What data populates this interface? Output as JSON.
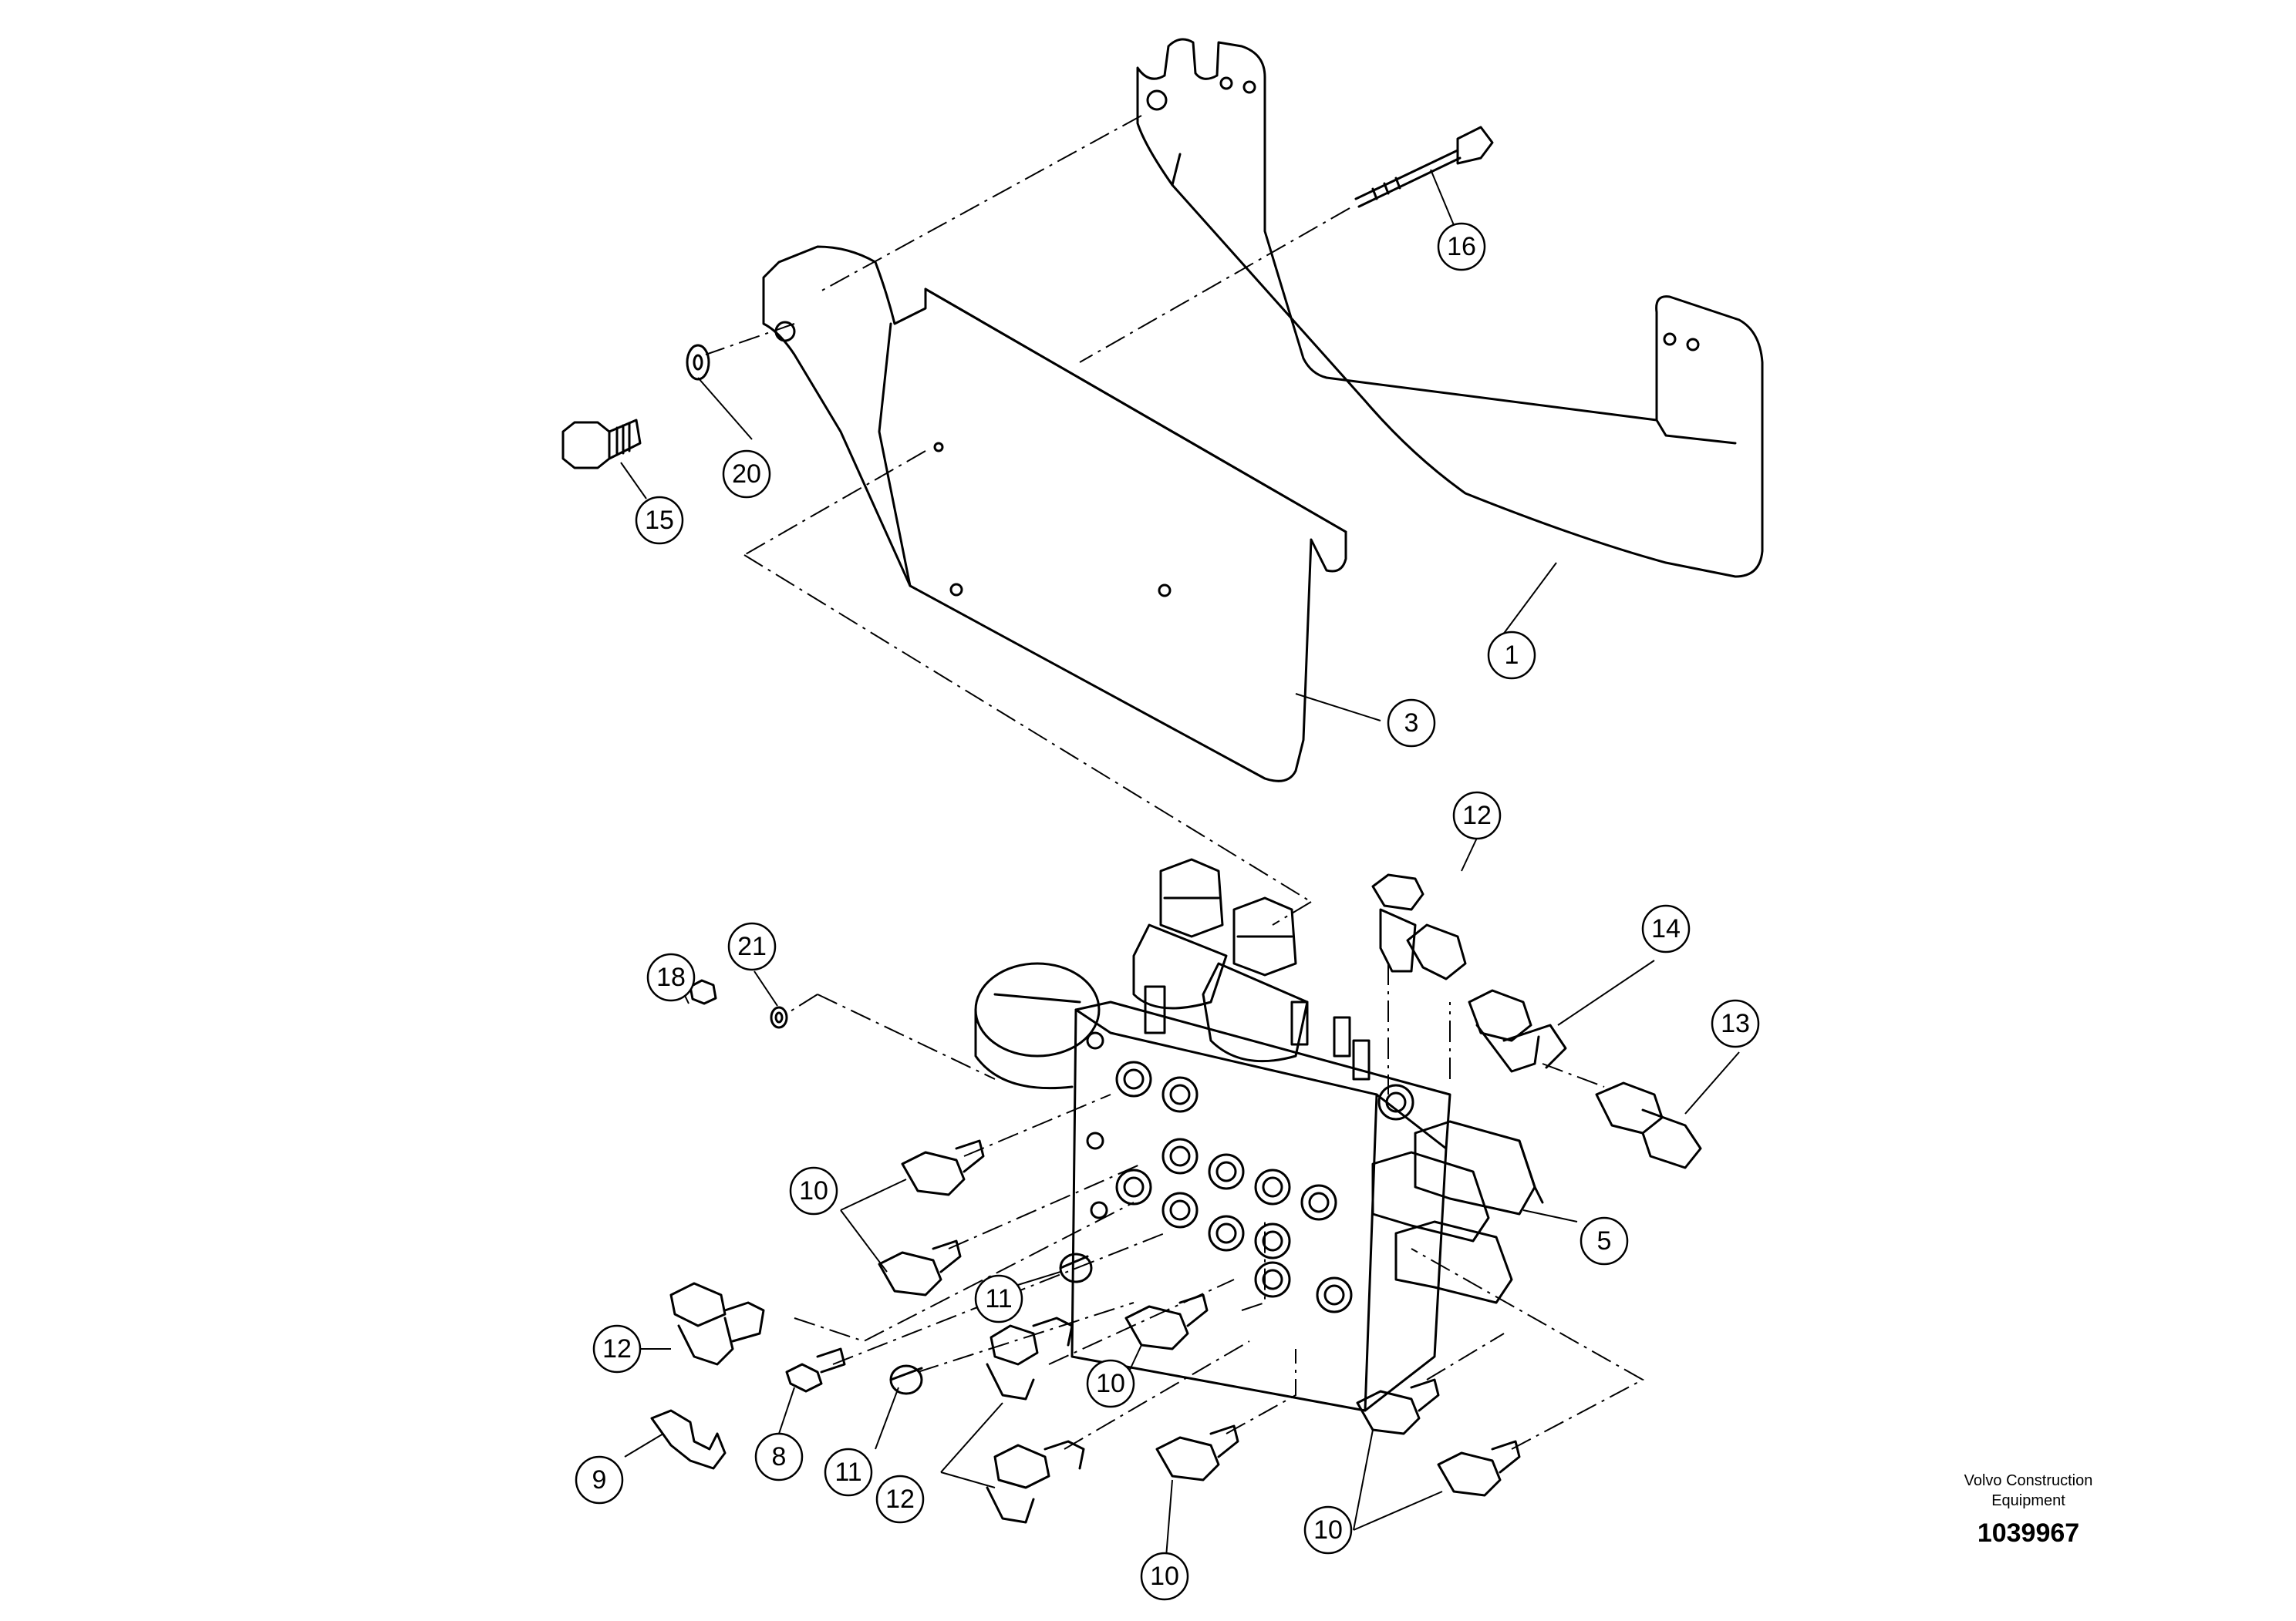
{
  "callouts": [
    {
      "id": "c1",
      "label": "1"
    },
    {
      "id": "c3",
      "label": "3"
    },
    {
      "id": "c5",
      "label": "5"
    },
    {
      "id": "c8",
      "label": "8"
    },
    {
      "id": "c9",
      "label": "9"
    },
    {
      "id": "c10a",
      "label": "10"
    },
    {
      "id": "c10b",
      "label": "10"
    },
    {
      "id": "c10c",
      "label": "10"
    },
    {
      "id": "c10d",
      "label": "10"
    },
    {
      "id": "c11a",
      "label": "11"
    },
    {
      "id": "c11b",
      "label": "11"
    },
    {
      "id": "c12a",
      "label": "12"
    },
    {
      "id": "c12b",
      "label": "12"
    },
    {
      "id": "c12c",
      "label": "12"
    },
    {
      "id": "c13",
      "label": "13"
    },
    {
      "id": "c14",
      "label": "14"
    },
    {
      "id": "c15",
      "label": "15"
    },
    {
      "id": "c16",
      "label": "16"
    },
    {
      "id": "c18",
      "label": "18"
    },
    {
      "id": "c20",
      "label": "20"
    },
    {
      "id": "c21",
      "label": "21"
    }
  ],
  "brand": {
    "line1": "Volvo Construction",
    "line2": "Equipment",
    "drawing_number": "1039967"
  }
}
